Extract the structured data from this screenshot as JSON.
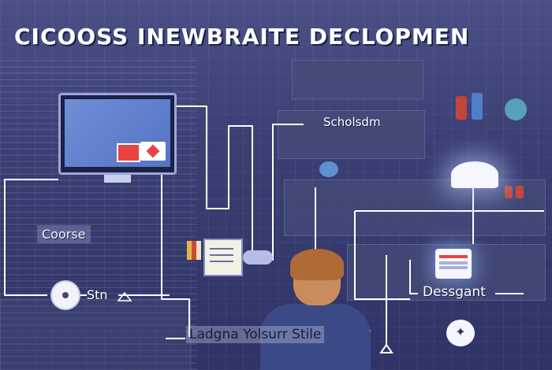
{
  "title": "CICOOSS INEWBRAITE DECLOPMEN",
  "labels": {
    "schedule": "Scholsdm",
    "course": "Coorse",
    "station": "Stn",
    "design": "Dessgant",
    "bottom": "Ladgna Yolsurr Stile"
  },
  "icons": {
    "monitor": "monitor-icon",
    "clipboard": "clipboard-icon",
    "lamp": "lamp-icon",
    "document": "document-icon",
    "disc": "disc-icon",
    "sparkle": "sparkle-icon"
  },
  "colors": {
    "background": "#3a3f73",
    "wire": "#ffffff",
    "accent_red": "#e8433f"
  }
}
